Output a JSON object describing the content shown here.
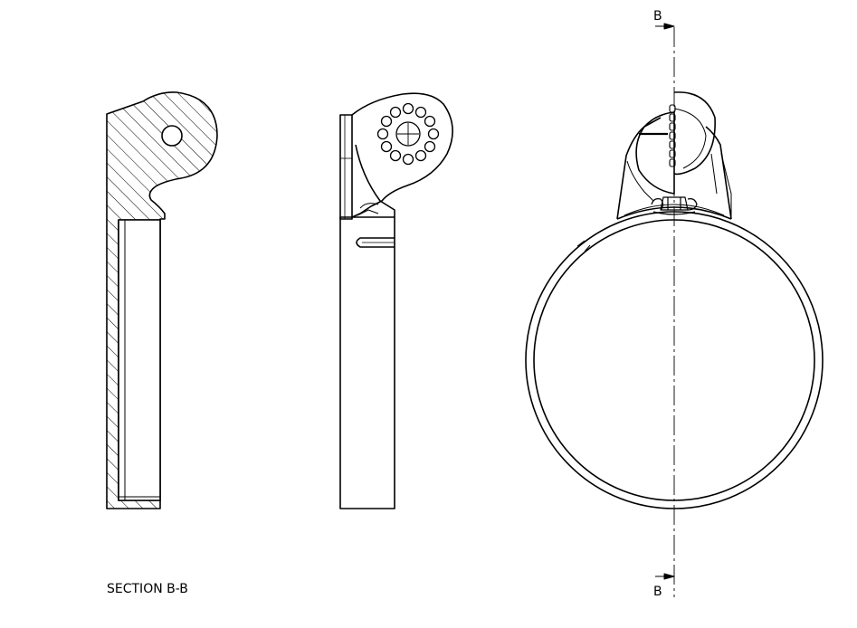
{
  "drawing": {
    "section_title": "SECTION B-B",
    "cut_label_top": "B",
    "cut_label_bottom": "B",
    "colors": {
      "line": "#000000",
      "background": "#ffffff"
    }
  }
}
